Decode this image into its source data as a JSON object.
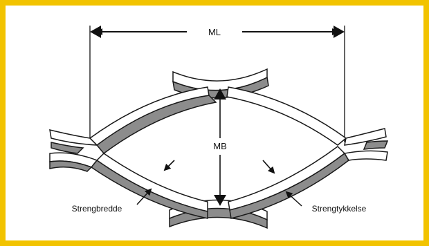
{
  "diagram": {
    "labels": {
      "ml": "ML",
      "mb": "MB",
      "strand_width": "Strengbredde",
      "strand_thickness": "Strengtykkelse"
    },
    "colors": {
      "frame": "#f2c300",
      "metal": "#ffffff",
      "metal_edge": "#1a1a1a",
      "thickness_shade": "#8c8c8c"
    }
  }
}
